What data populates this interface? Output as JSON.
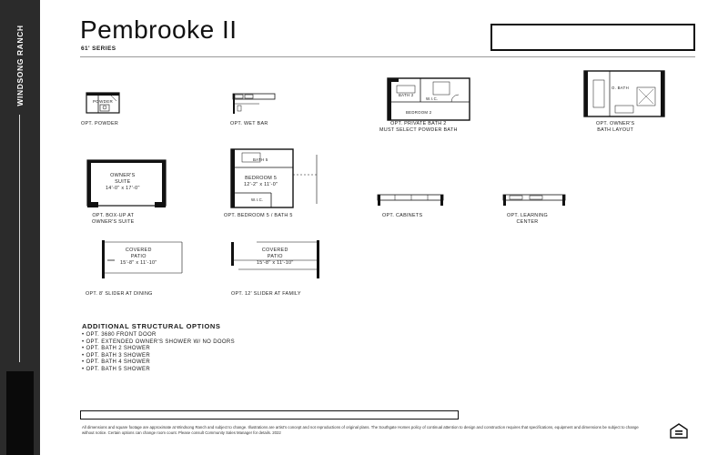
{
  "sidebar": {
    "brand": "WINDSONG RANCH"
  },
  "header": {
    "title": "Pembrooke II",
    "series": "61' SERIES"
  },
  "plans": [
    {
      "caption": "OPT. POWDER",
      "labels": [
        "POWDER"
      ]
    },
    {
      "caption": "OPT. WET BAR",
      "labels": []
    },
    {
      "caption": "OPT. PRIVATE BATH 2\nMUST SELECT POWDER BATH",
      "labels": [
        "BATH 2",
        "W.I.C.",
        "BEDROOM 2"
      ]
    },
    {
      "caption": "OPT. OWNER'S\nBATH LAYOUT",
      "labels": [
        "O. BATH"
      ]
    },
    {
      "caption": "OPT. BOX-UP AT\nOWNER'S SUITE",
      "labels": [
        "OWNER'S\nSUITE\n14'-0\" x 17'-0\""
      ]
    },
    {
      "caption": "OPT. BEDROOM 5 / BATH 5",
      "labels": [
        "BATH 5",
        "BEDROOM 5\n12'-2\" x 11'-0\"",
        "W.I.C."
      ]
    },
    {
      "caption": "OPT. CABINETS",
      "labels": []
    },
    {
      "caption": "OPT. LEARNING\nCENTER",
      "labels": []
    },
    {
      "caption": "OPT. 8' SLIDER AT DINING",
      "labels": [
        "COVERED\nPATIO\n15'-8\" x 11'-10\""
      ]
    },
    {
      "caption": "OPT. 12' SLIDER AT FAMILY",
      "labels": [
        "COVERED\nPATIO\n15'-8\" x 11'-10\""
      ]
    }
  ],
  "options": {
    "title": "ADDITIONAL STRUCTURAL OPTIONS",
    "items": [
      "• OPT. 3680 FRONT DOOR",
      "• OPT. EXTENDED OWNER'S SHOWER W/ NO DOORS",
      "• OPT. BATH 2 SHOWER",
      "• OPT. BATH 3 SHOWER",
      "• OPT. BATH 4 SHOWER",
      "• OPT. BATH 5 SHOWER"
    ]
  },
  "footer": {
    "disclaimer": "All dimensions and square footage are approximate at Windsong Ranch and subject to change. Illustrations are artist's concept and not reproductions of original plans. The Southgate Homes policy of continual attention to design and construction requires that specifications, equipment and dimensions be subject to change without notice. Certain options can change room count. Please consult Community Sales Manager for details. 2022"
  },
  "icons": {
    "equal_housing": "equal-housing-icon"
  }
}
